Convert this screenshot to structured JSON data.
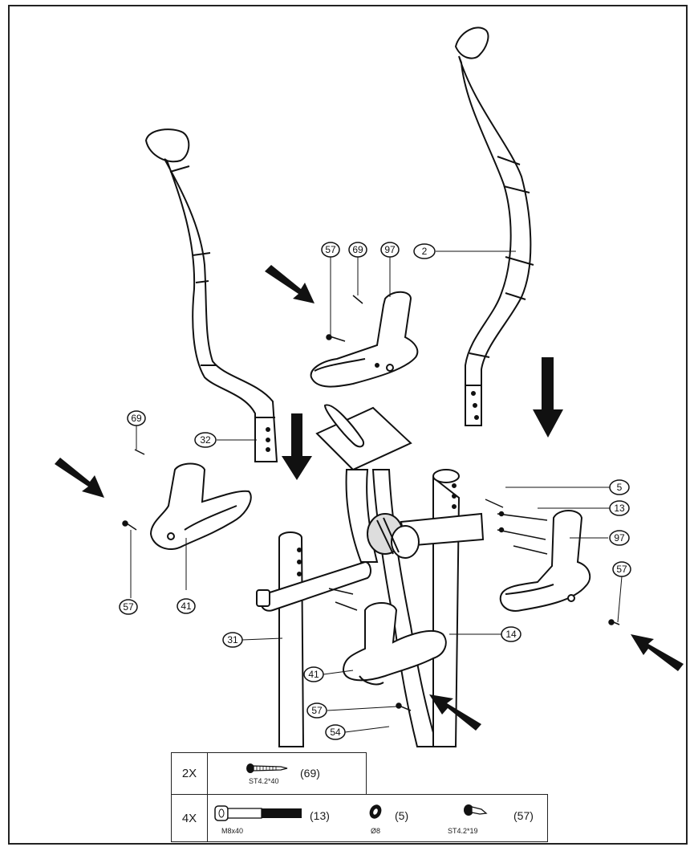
{
  "callouts": {
    "c2": "2",
    "c5": "5",
    "c13": "13",
    "c14": "14",
    "c31": "31",
    "c32": "32",
    "c41a": "41",
    "c41b": "41",
    "c54": "54",
    "c57a": "57",
    "c57b": "57",
    "c57c": "57",
    "c57d": "57",
    "c69a": "69",
    "c69b": "69",
    "c97a": "97",
    "c97b": "97"
  },
  "hardware": {
    "row1": {
      "qty": "2X",
      "items": [
        {
          "name": "ST4.2*40",
          "ref": "(69)",
          "icon": "screw-icon"
        }
      ]
    },
    "row2": {
      "qty": "4X",
      "items": [
        {
          "name": "M8x40",
          "ref": "(13)",
          "icon": "bolt-icon"
        },
        {
          "name": "Ø8",
          "ref": "(5)",
          "icon": "washer-icon"
        },
        {
          "name": "ST4.2*19",
          "ref": "(57)",
          "icon": "screw-icon"
        }
      ]
    }
  }
}
